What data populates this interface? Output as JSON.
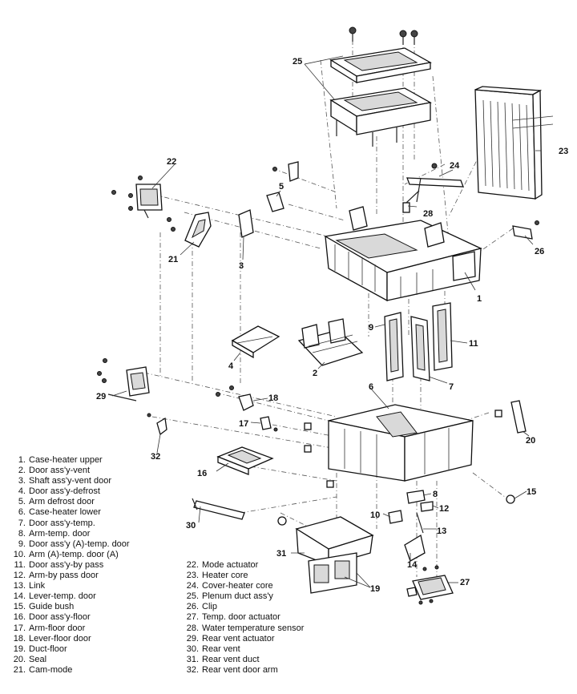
{
  "callouts": {
    "c1": "1",
    "c2": "2",
    "c3": "3",
    "c4": "4",
    "c5": "5",
    "c6": "6",
    "c7": "7",
    "c8": "8",
    "c9": "9",
    "c10": "10",
    "c11": "11",
    "c12": "12",
    "c13": "13",
    "c14": "14",
    "c15": "15",
    "c16": "16",
    "c17": "17",
    "c18": "18",
    "c19": "19",
    "c20": "20",
    "c21": "21",
    "c22": "22",
    "c23": "23",
    "c24": "24",
    "c25": "25",
    "c26": "26",
    "c27": "27",
    "c28": "28",
    "c29": "29",
    "c30": "30",
    "c31": "31",
    "c32": "32"
  },
  "legend_left": [
    {
      "num": "1.",
      "text": "Case-heater upper"
    },
    {
      "num": "2.",
      "text": "Door ass'y-vent"
    },
    {
      "num": "3.",
      "text": "Shaft ass'y-vent door"
    },
    {
      "num": "4.",
      "text": "Door ass'y-defrost"
    },
    {
      "num": "5.",
      "text": "Arm defrost door"
    },
    {
      "num": "6.",
      "text": "Case-heater lower"
    },
    {
      "num": "7.",
      "text": "Door ass'y-temp."
    },
    {
      "num": "8.",
      "text": "Arm-temp. door"
    },
    {
      "num": "9.",
      "text": "Door ass'y (A)-temp. door"
    },
    {
      "num": "10.",
      "text": "Arm (A)-temp. door (A)"
    },
    {
      "num": "11.",
      "text": "Door ass'y-by pass"
    },
    {
      "num": "12.",
      "text": "Arm-by pass door"
    },
    {
      "num": "13.",
      "text": "Link"
    },
    {
      "num": "14.",
      "text": "Lever-temp. door"
    },
    {
      "num": "15.",
      "text": "Guide bush"
    },
    {
      "num": "16.",
      "text": "Door ass'y-floor"
    },
    {
      "num": "17.",
      "text": "Arm-floor door"
    },
    {
      "num": "18.",
      "text": "Lever-floor door"
    },
    {
      "num": "19.",
      "text": "Duct-floor"
    },
    {
      "num": "20.",
      "text": "Seal"
    },
    {
      "num": "21.",
      "text": "Cam-mode"
    }
  ],
  "legend_right": [
    {
      "num": "22.",
      "text": "Mode actuator"
    },
    {
      "num": "23.",
      "text": "Heater core"
    },
    {
      "num": "24.",
      "text": "Cover-heater core"
    },
    {
      "num": "25.",
      "text": "Plenum duct ass'y"
    },
    {
      "num": "26.",
      "text": "Clip"
    },
    {
      "num": "27.",
      "text": "Temp. door actuator"
    },
    {
      "num": "28.",
      "text": "Water temperature sensor"
    },
    {
      "num": "29.",
      "text": "Rear vent actuator"
    },
    {
      "num": "30.",
      "text": "Rear vent"
    },
    {
      "num": "31.",
      "text": "Rear vent duct"
    },
    {
      "num": "32.",
      "text": "Rear vent door arm"
    }
  ]
}
